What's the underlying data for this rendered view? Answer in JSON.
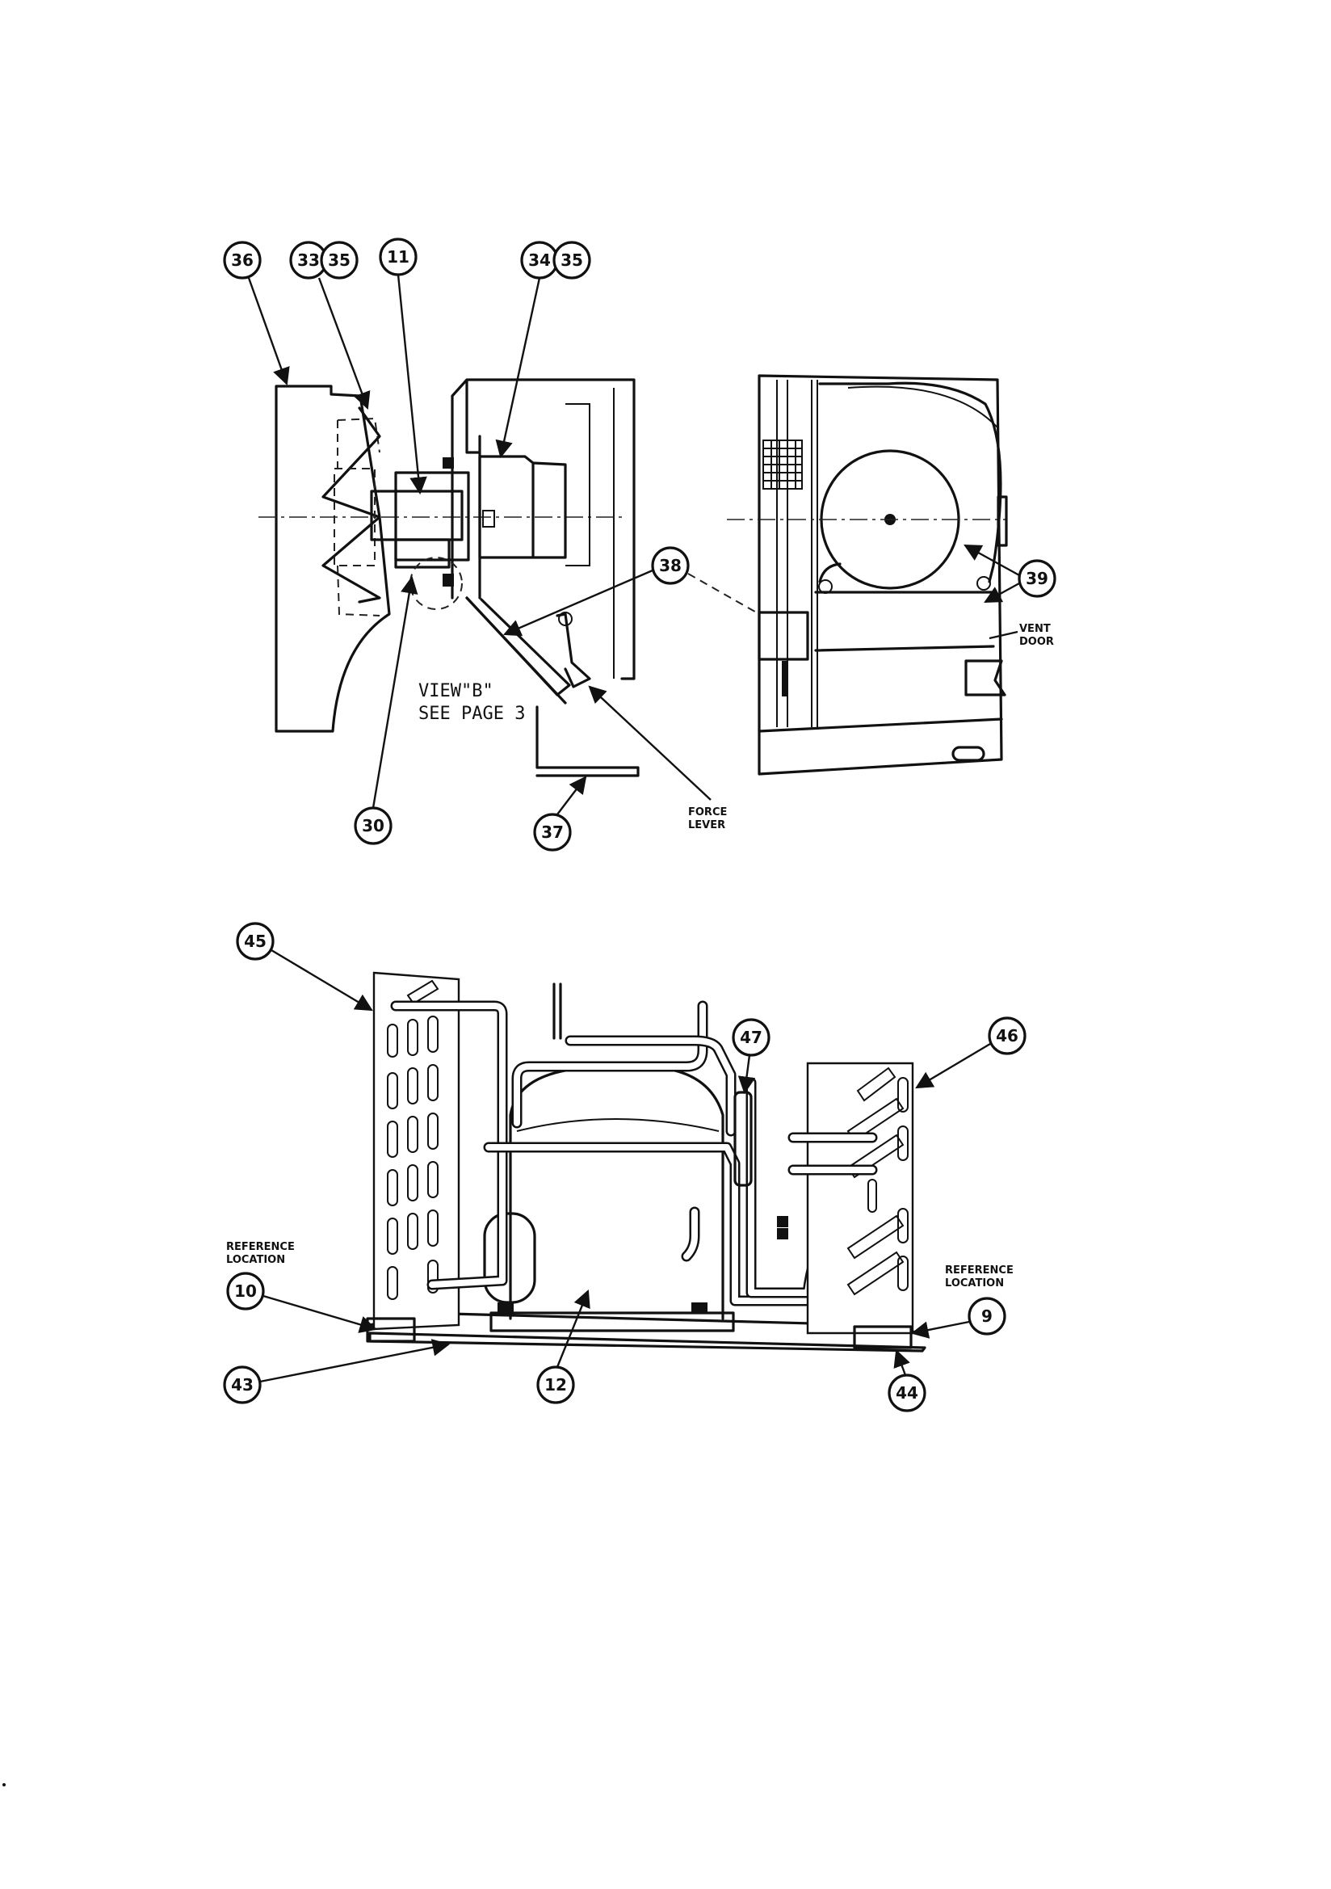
{
  "top_left_view": {
    "callouts": [
      "36",
      "33",
      "35",
      "11",
      "34",
      "35",
      "38",
      "30",
      "37"
    ],
    "view_label": "VIEW\"B\"",
    "see_page": "SEE PAGE 3",
    "force_lever": [
      "FORCE",
      "LEVER"
    ]
  },
  "top_right_view": {
    "callouts": [
      "39"
    ],
    "vent_door": [
      "VENT",
      "DOOR"
    ]
  },
  "bottom_view": {
    "callouts": [
      "45",
      "47",
      "46",
      "10",
      "9",
      "43",
      "12",
      "44"
    ],
    "ref_left": [
      "REFERENCE",
      "LOCATION"
    ],
    "ref_right": [
      "REFERENCE",
      "LOCATION"
    ]
  }
}
